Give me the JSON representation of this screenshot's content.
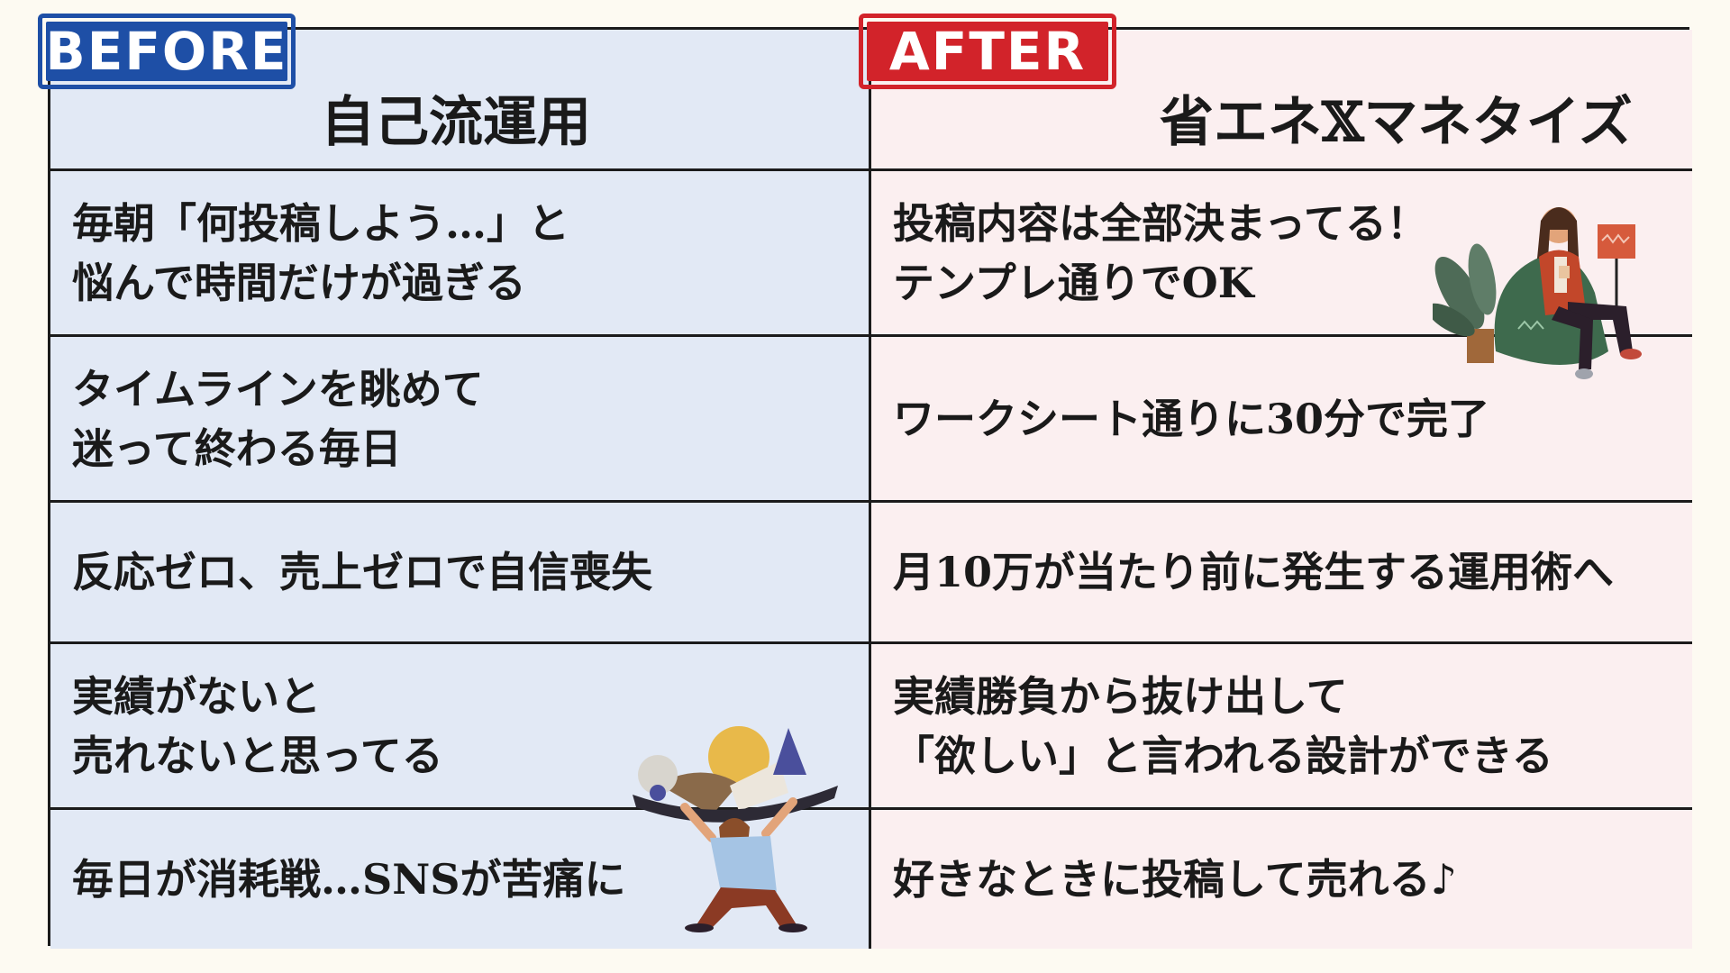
{
  "header": {
    "before_stamp": "BEFORE",
    "before_title": "自己流運用",
    "after_stamp": "AFTER",
    "after_title": "省エネ𝕏マネタイズ"
  },
  "rows": [
    {
      "before": [
        "毎朝「何投稿しよう…」と",
        "悩んで時間だけが過ぎる"
      ],
      "after": [
        "投稿内容は全部決まってる！",
        "テンプレ通りでOK"
      ]
    },
    {
      "before": [
        "タイムラインを眺めて",
        "迷って終わる毎日"
      ],
      "after": [
        "ワークシート通りに30分で完了"
      ]
    },
    {
      "before": [
        "反応ゼロ、売上ゼロで自信喪失"
      ],
      "after": [
        "月10万が当たり前に発生する運用術へ"
      ]
    },
    {
      "before": [
        "実績がないと",
        "売れないと思ってる"
      ],
      "after": [
        "実績勝負から抜け出して",
        "「欲しい」と言われる設計ができる"
      ]
    },
    {
      "before": [
        "毎日が消耗戦…SNSが苦痛に"
      ],
      "after": [
        "好きなときに投稿して売れる♪"
      ]
    }
  ],
  "colors": {
    "before_bg": "#e2e9f5",
    "after_bg": "#fbeff0",
    "before_accent": "#1e4fa6",
    "after_accent": "#d2232a"
  },
  "illustrations": {
    "relaxed_woman": "woman-relaxing-on-beanbag-illustration",
    "burdened_woman": "woman-carrying-heavy-load-illustration"
  }
}
